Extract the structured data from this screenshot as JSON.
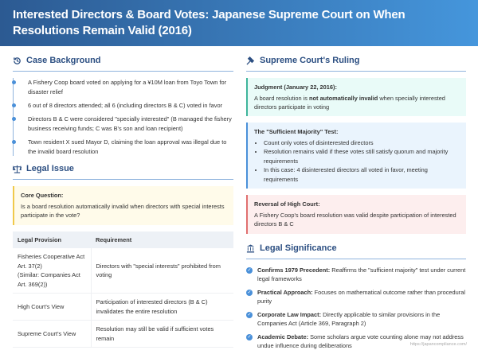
{
  "title": "Interested Directors & Board Votes: Japanese Supreme Court on When Resolutions Remain Valid (2016)",
  "background": {
    "heading": "Case Background",
    "items": [
      "A Fishery Coop board voted on applying for a ¥10M loan from Toyo Town for disaster relief",
      "6 out of 8 directors attended; all 6 (including directors B & C) voted in favor",
      "Directors B & C were considered \"specially interested\" (B managed the fishery business receiving funds; C was B's son and loan recipient)",
      "Town resident X sued Mayor D, claiming the loan approval was illegal due to the invalid board resolution"
    ]
  },
  "issue": {
    "heading": "Legal Issue",
    "core_title": "Core Question:",
    "core_text": "Is a board resolution automatically invalid when directors with special interests participate in the vote?",
    "table": {
      "headers": [
        "Legal Provision",
        "Requirement"
      ],
      "rows": [
        [
          "Fisheries Cooperative Act Art. 37(2)\n(Similar: Companies Act Art. 369(2))",
          "Directors with \"special interests\" prohibited from voting"
        ],
        [
          "High Court's View",
          "Participation of interested directors (B & C) invalidates the entire resolution"
        ],
        [
          "Supreme Court's View",
          "Resolution may still be valid if sufficient votes remain"
        ]
      ]
    }
  },
  "ruling": {
    "heading": "Supreme Court's Ruling",
    "judgment_title": "Judgment (January 22, 2016):",
    "judgment_pre": "A board resolution is ",
    "judgment_bold": "not automatically invalid",
    "judgment_post": " when specially interested directors participate in voting",
    "test_title": "The \"Sufficient Majority\" Test:",
    "test_items": [
      "Count only votes of disinterested directors",
      "Resolution remains valid if these votes still satisfy quorum and majority requirements",
      "In this case: 4 disinterested directors all voted in favor, meeting requirements"
    ],
    "reversal_title": "Reversal of High Court:",
    "reversal_text": "A Fishery Coop's board resolution was valid despite participation of interested directors B & C"
  },
  "significance": {
    "heading": "Legal Significance",
    "items": [
      {
        "bold": "Confirms 1979 Precedent:",
        "text": " Reaffirms the \"sufficient majority\" test under current legal frameworks"
      },
      {
        "bold": "Practical Approach:",
        "text": " Focuses on mathematical outcome rather than procedural purity"
      },
      {
        "bold": "Corporate Law Impact:",
        "text": " Directly applicable to similar provisions in the Companies Act (Article 369, Paragraph 2)"
      },
      {
        "bold": "Academic Debate:",
        "text": " Some scholars argue vote counting alone may not address undue influence during deliberations"
      }
    ]
  },
  "footer": "https://japancompliance.com/"
}
